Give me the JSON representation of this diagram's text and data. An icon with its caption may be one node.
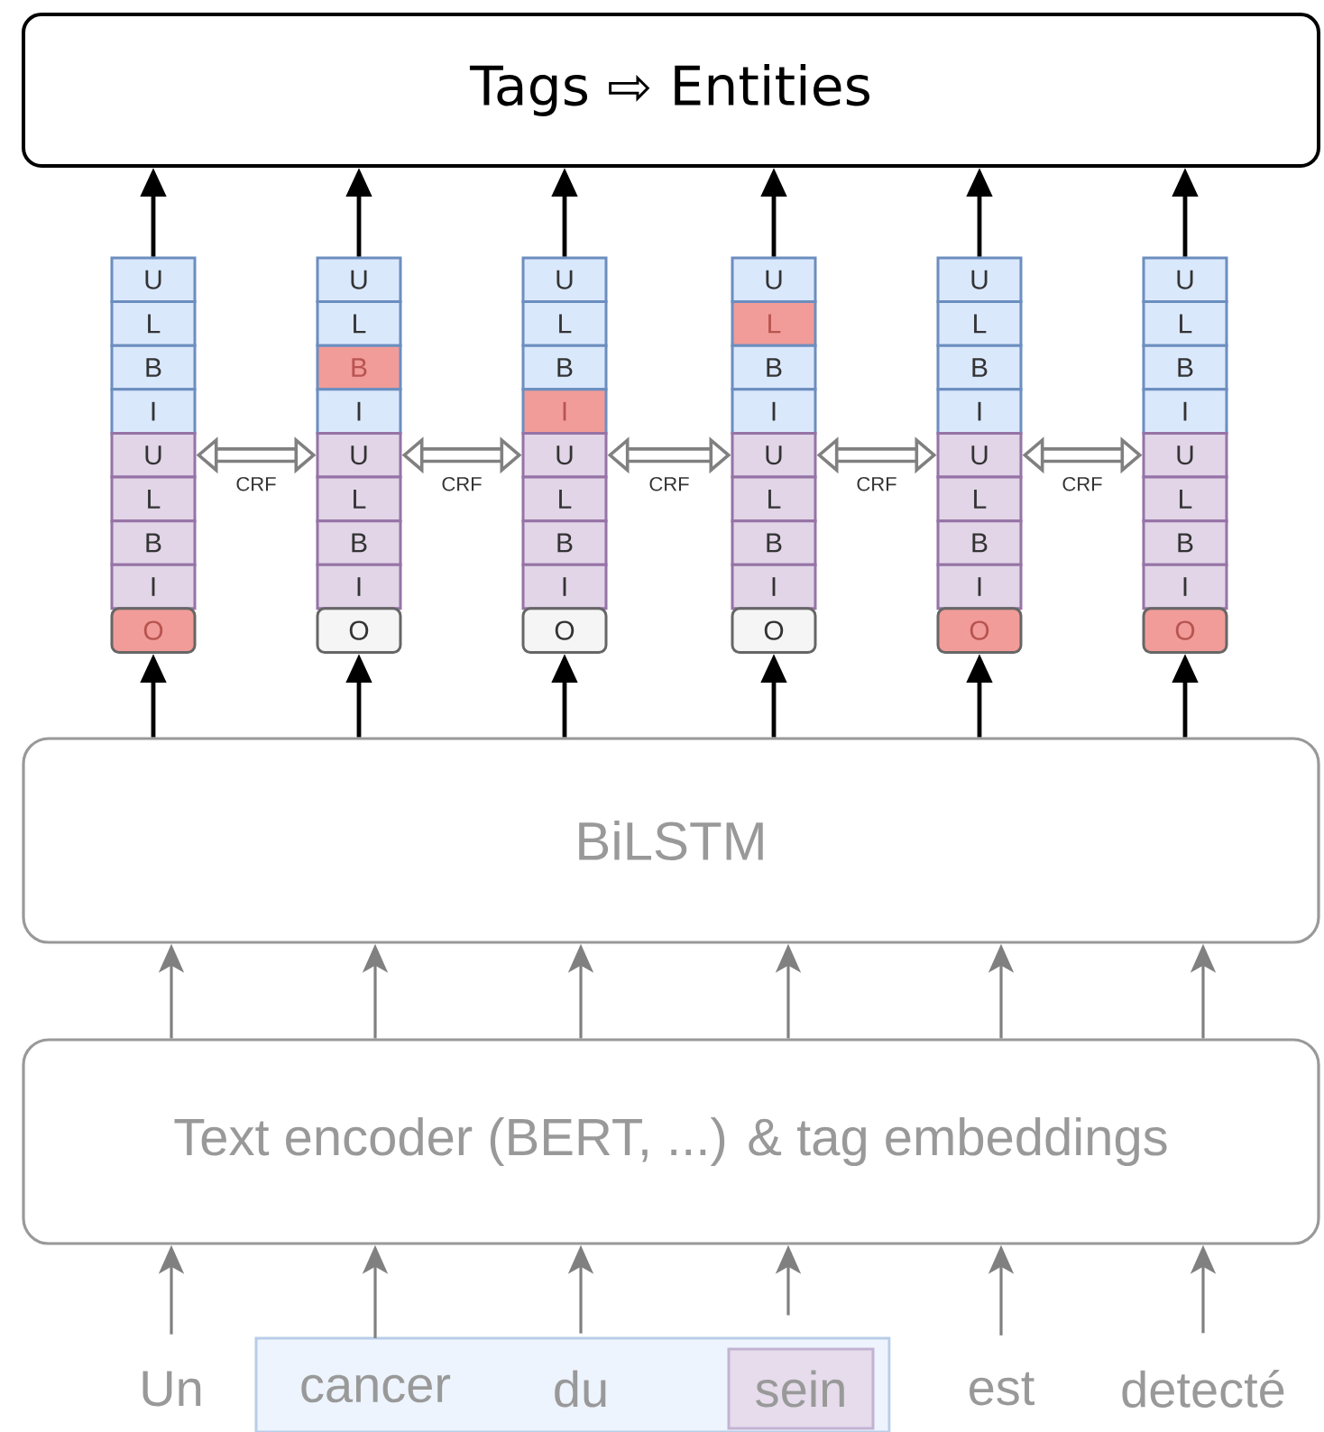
{
  "diagram": {
    "nodes": [
      {
        "text": [
          "Tags ⇨ Entities"
        ]
      },
      {
        "text": [
          "U"
        ]
      },
      {
        "text": [
          "L"
        ]
      },
      {
        "text": [
          "B"
        ]
      },
      {
        "text": [
          "I"
        ]
      },
      {
        "text": [
          "U"
        ]
      },
      {
        "text": [
          "L"
        ]
      },
      {
        "text": [
          "B"
        ]
      },
      {
        "text": [
          "I"
        ]
      },
      {
        "text": [
          "O"
        ]
      },
      {
        "text": [
          "U"
        ]
      },
      {
        "text": [
          "L"
        ]
      },
      {
        "text": [
          "B"
        ]
      },
      {
        "text": [
          "I"
        ]
      },
      {
        "text": [
          "U"
        ]
      },
      {
        "text": [
          "L"
        ]
      },
      {
        "text": [
          "B"
        ]
      },
      {
        "text": [
          "I"
        ]
      },
      {
        "text": [
          "O"
        ]
      },
      {
        "text": [
          "U"
        ]
      },
      {
        "text": [
          "L"
        ]
      },
      {
        "text": [
          "B"
        ]
      },
      {
        "text": [
          "I"
        ]
      },
      {
        "text": [
          "U"
        ]
      },
      {
        "text": [
          "L"
        ]
      },
      {
        "text": [
          "B"
        ]
      },
      {
        "text": [
          "I"
        ]
      },
      {
        "text": [
          "O"
        ]
      },
      {
        "text": [
          "U"
        ]
      },
      {
        "text": [
          "L"
        ]
      },
      {
        "text": [
          "B"
        ]
      },
      {
        "text": [
          "I"
        ]
      },
      {
        "text": [
          "U"
        ]
      },
      {
        "text": [
          "L"
        ]
      },
      {
        "text": [
          "B"
        ]
      },
      {
        "text": [
          "I"
        ]
      },
      {
        "text": [
          "O"
        ]
      },
      {
        "text": [
          "U"
        ]
      },
      {
        "text": [
          "L"
        ]
      },
      {
        "text": [
          "B"
        ]
      },
      {
        "text": [
          "I"
        ]
      },
      {
        "text": [
          "U"
        ]
      },
      {
        "text": [
          "L"
        ]
      },
      {
        "text": [
          "B"
        ]
      },
      {
        "text": [
          "I"
        ]
      },
      {
        "text": [
          "O"
        ]
      },
      {
        "text": [
          "U"
        ]
      },
      {
        "text": [
          "L"
        ]
      },
      {
        "text": [
          "B"
        ]
      },
      {
        "text": [
          "I"
        ]
      },
      {
        "text": [
          "U"
        ]
      },
      {
        "text": [
          "L"
        ]
      },
      {
        "text": [
          "B"
        ]
      },
      {
        "text": [
          "I"
        ]
      },
      {
        "text": [
          "O"
        ]
      },
      {
        "text": [
          "BiLSTM"
        ]
      },
      {
        "text": [
          "Text encoder (BERT, ...) & tag embeddings"
        ]
      },
      {
        "text": [
          "Un"
        ]
      },
      {
        "text": [],
        "shape": "box"
      },
      {
        "text": [
          "cancer"
        ],
        "in": 58
      },
      {
        "text": [
          "du"
        ],
        "in": 58
      },
      {
        "text": [
          "sein"
        ],
        "in": 58
      },
      {
        "text": [
          "est"
        ]
      },
      {
        "text": [
          "detecté"
        ]
      }
    ],
    "edges": [
      {
        "from": 1,
        "to": 0,
        "arrow": "to",
        "color": "#000000"
      },
      {
        "from": 10,
        "to": 0,
        "arrow": "to",
        "color": "#000000"
      },
      {
        "from": 19,
        "to": 0,
        "arrow": "to",
        "color": "#000000"
      },
      {
        "from": 28,
        "to": 0,
        "arrow": "to",
        "color": "#000000"
      },
      {
        "from": 37,
        "to": 0,
        "arrow": "to",
        "color": "#000000"
      },
      {
        "from": 46,
        "to": 0,
        "arrow": "to",
        "color": "#000000"
      },
      {
        "from": 5,
        "to": 14,
        "arrow": "both",
        "label": "CRF",
        "style": "thick",
        "color": "#808080"
      },
      {
        "from": 14,
        "to": 23,
        "arrow": "both",
        "label": "CRF",
        "style": "thick",
        "color": "#808080"
      },
      {
        "from": 23,
        "to": 32,
        "arrow": "both",
        "label": "CRF",
        "style": "thick",
        "color": "#808080"
      },
      {
        "from": 32,
        "to": 41,
        "arrow": "both",
        "label": "CRF",
        "style": "thick",
        "color": "#808080"
      },
      {
        "from": 41,
        "to": 50,
        "arrow": "both",
        "label": "CRF",
        "style": "thick",
        "color": "#808080"
      },
      {
        "from": 55,
        "to": 9,
        "arrow": "to",
        "color": "#000000"
      },
      {
        "from": 55,
        "to": 18,
        "arrow": "to",
        "color": "#000000"
      },
      {
        "from": 55,
        "to": 27,
        "arrow": "to",
        "color": "#000000"
      },
      {
        "from": 55,
        "to": 36,
        "arrow": "to",
        "color": "#000000"
      },
      {
        "from": 55,
        "to": 45,
        "arrow": "to",
        "color": "#000000"
      },
      {
        "from": 55,
        "to": 54,
        "arrow": "to",
        "color": "#000000"
      },
      {
        "from": 56,
        "to": 55,
        "arrow": "to",
        "color": "#808080"
      },
      {
        "from": 56,
        "to": 55,
        "arrow": "to",
        "color": "#808080"
      },
      {
        "from": 56,
        "to": 55,
        "arrow": "to",
        "color": "#808080"
      },
      {
        "from": 56,
        "to": 55,
        "arrow": "to",
        "color": "#808080"
      },
      {
        "from": 56,
        "to": 55,
        "arrow": "to",
        "color": "#808080"
      },
      {
        "from": 56,
        "to": 55,
        "arrow": "to",
        "color": "#808080"
      },
      {
        "from": 57,
        "to": 56,
        "arrow": "to",
        "color": "#808080"
      },
      {
        "from": 59,
        "to": 56,
        "arrow": "to",
        "color": "#808080"
      },
      {
        "from": 60,
        "to": 56,
        "arrow": "to",
        "color": "#808080"
      },
      {
        "from": 61,
        "to": 56,
        "arrow": "to",
        "color": "#808080"
      },
      {
        "from": 62,
        "to": 56,
        "arrow": "to",
        "color": "#808080"
      },
      {
        "from": 63,
        "to": 56,
        "arrow": "to",
        "color": "#808080"
      }
    ]
  }
}
